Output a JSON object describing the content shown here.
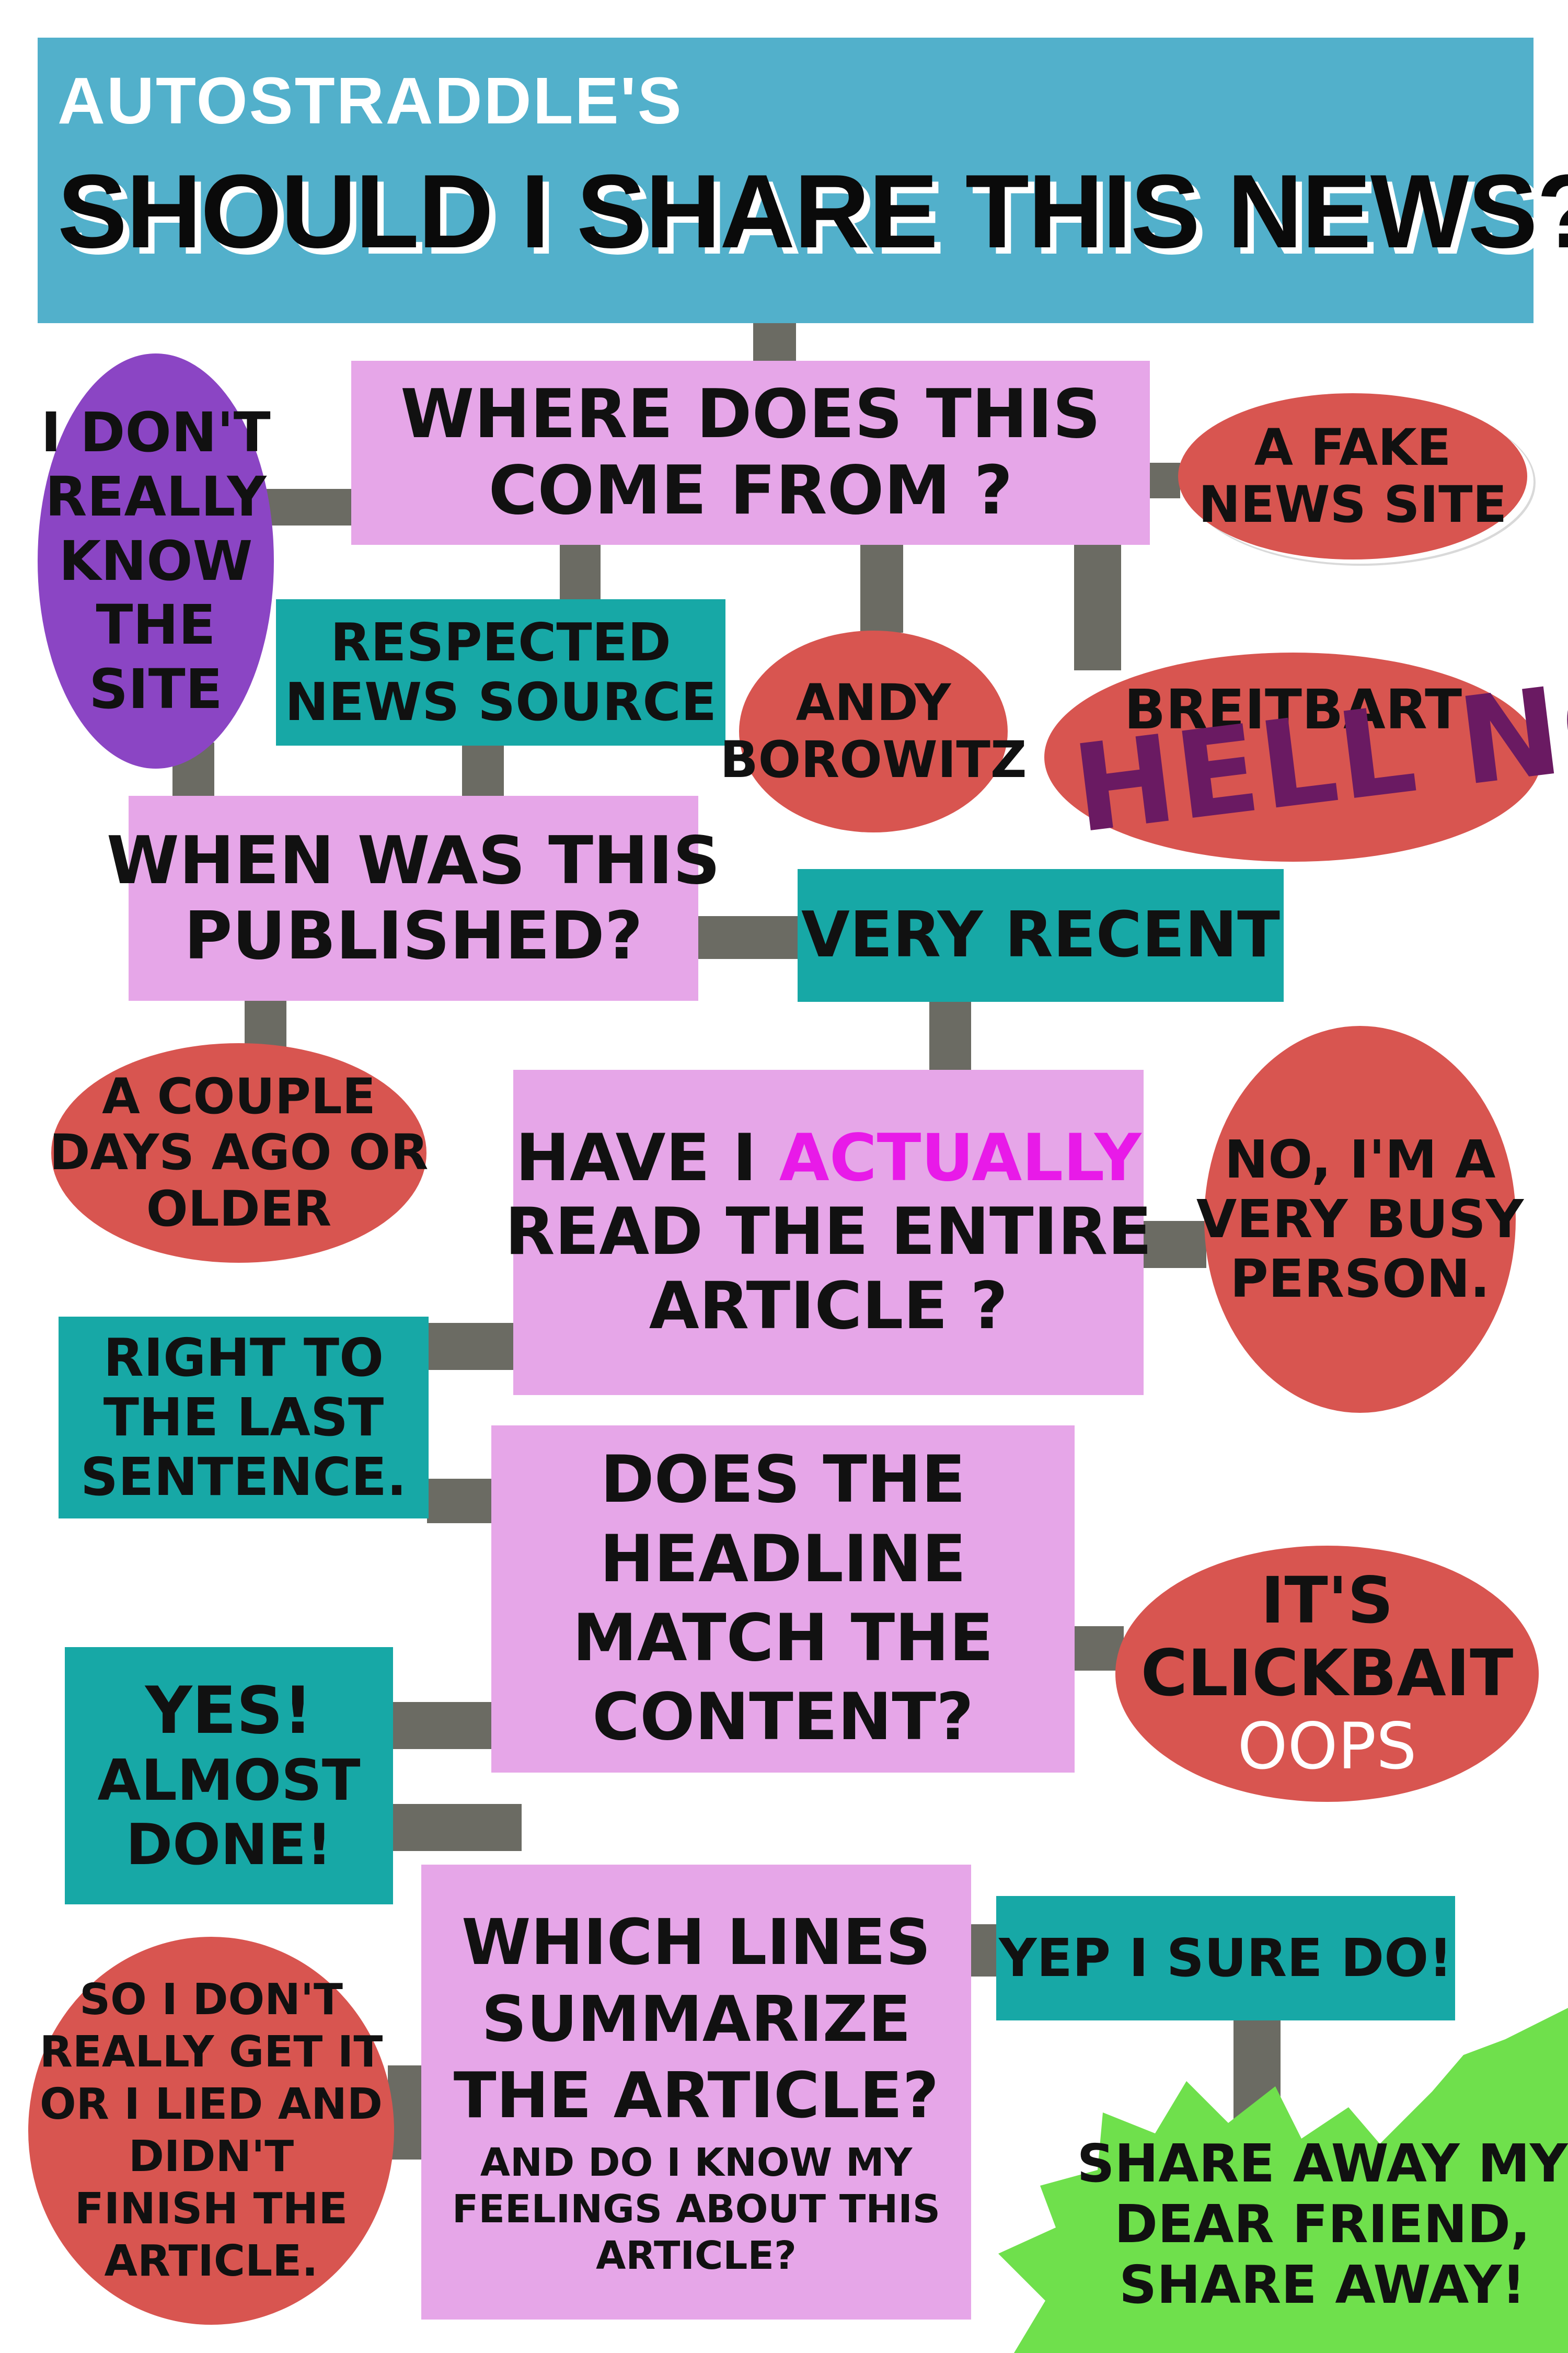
{
  "header": {
    "kicker": "AUTOSTRADDLE'S",
    "title": "SHOULD I SHARE THIS NEWS?"
  },
  "nodes": {
    "where": [
      "WHERE DOES THIS",
      "COME FROM ?"
    ],
    "dont_know": [
      "I DON'T",
      "REALLY",
      "KNOW",
      "THE",
      "SITE"
    ],
    "fake_site": [
      "A FAKE",
      "NEWS SITE"
    ],
    "respected": [
      "RESPECTED",
      "NEWS SOURCE"
    ],
    "borowitz": [
      "ANDY",
      "BOROWITZ"
    ],
    "breitbart": "BREITBART",
    "hell_no": "HELL NO!",
    "when": [
      "WHEN WAS THIS",
      "PUBLISHED?"
    ],
    "very_recent": "VERY RECENT",
    "couple_days": [
      "A COUPLE",
      "DAYS AGO OR",
      "OLDER"
    ],
    "read": {
      "line1_before": "HAVE I ",
      "line1_highlight": "ACTUALLY",
      "line2": "READ THE ENTIRE",
      "line3": "ARTICLE ?"
    },
    "busy": [
      "NO, I'M A",
      "VERY BUSY",
      "PERSON."
    ],
    "right_to_last": [
      "RIGHT TO",
      "THE LAST",
      "SENTENCE."
    ],
    "headline": [
      "DOES THE",
      "HEADLINE",
      "MATCH THE",
      "CONTENT?"
    ],
    "clickbait": {
      "lines": [
        "IT'S",
        "CLICKBAIT"
      ],
      "oops": "OOPS"
    },
    "almost_done": [
      "YES!",
      "ALMOST",
      "DONE!"
    ],
    "summarize": {
      "lines": [
        "WHICH LINES",
        "SUMMARIZE",
        "THE ARTICLE?"
      ],
      "sub": [
        "AND DO I KNOW MY",
        "FEELINGS ABOUT THIS",
        "ARTICLE?"
      ]
    },
    "didnt_get": [
      "SO I DON'T",
      "REALLY GET IT",
      "OR I LIED AND",
      "DIDN'T",
      "FINISH THE",
      "ARTICLE."
    ],
    "yep": "YEP I SURE DO!",
    "share_away": [
      "SHARE AWAY MY",
      "DEAR FRIEND,",
      "SHARE AWAY!"
    ]
  },
  "colors": {
    "title_bar": "#52b0cb",
    "question_box": "#e6a6e8",
    "answer_box": "#17a8a6",
    "bad_oval": "#d85550",
    "unknown_oval": "#8b45c4",
    "connector": "#6b6b63",
    "splash": "#6fe04c",
    "highlight": "#e81ae8",
    "hell_no": "#6a1a62"
  }
}
